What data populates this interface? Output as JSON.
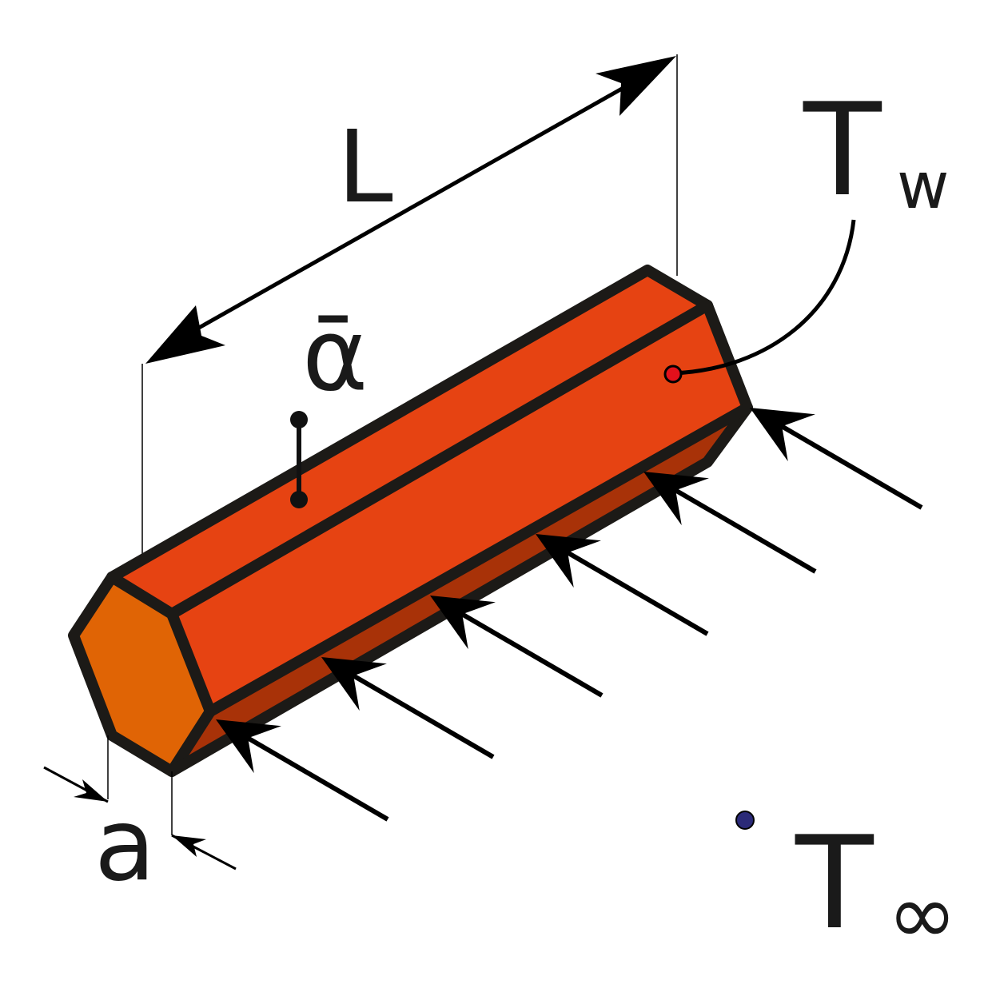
{
  "labels": {
    "length": "L",
    "heat_transfer_coefficient": "ᾱ",
    "wall_temperature": "T",
    "wall_temperature_subscript": "w",
    "ambient_temperature": "T",
    "ambient_temperature_subscript": "∞",
    "side_length": "a"
  },
  "colors": {
    "top_faces": "#e64312",
    "bottom_face": "#a83208",
    "end_face": "#e06405",
    "outline": "#1c1a17",
    "wall_point": "#e3101b",
    "ambient_point": "#2b2a78"
  },
  "flow_arrow_count": 6
}
